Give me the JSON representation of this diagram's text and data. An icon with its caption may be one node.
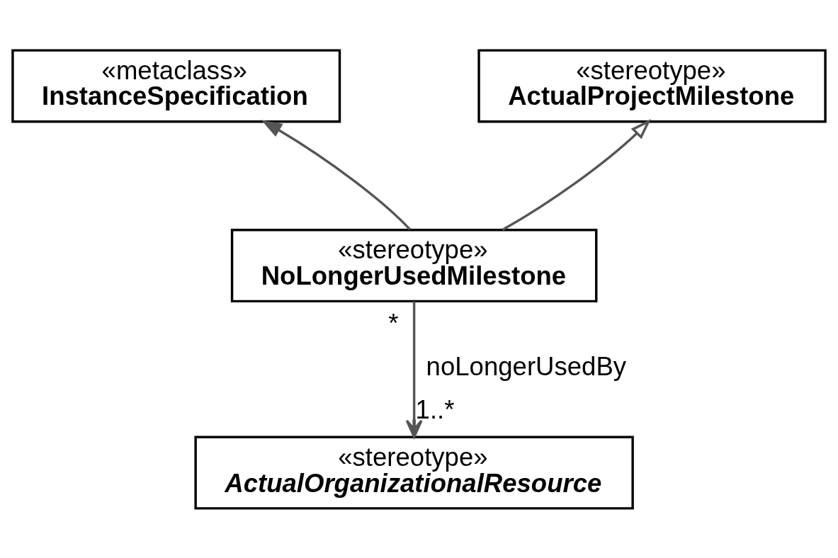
{
  "diagram": {
    "nodes": [
      {
        "text": [
          "«metaclass»",
          "InstanceSpecification"
        ]
      },
      {
        "text": [
          "«stereotype»",
          "ActualProjectMilestone"
        ]
      },
      {
        "text": [
          "«stereotype»",
          "NoLongerUsedMilestone"
        ]
      },
      {
        "text": [
          "«stereotype»",
          "ActualOrganizationalResource"
        ]
      }
    ],
    "edges": [
      {
        "from": 2,
        "to": 0,
        "arrow": "to"
      },
      {
        "from": 2,
        "to": 1,
        "arrow": "to"
      },
      {
        "from": 2,
        "to": 3,
        "arrow": "to",
        "label": "noLongerUsedBy"
      }
    ],
    "labels": [
      "*",
      "1..*"
    ]
  }
}
